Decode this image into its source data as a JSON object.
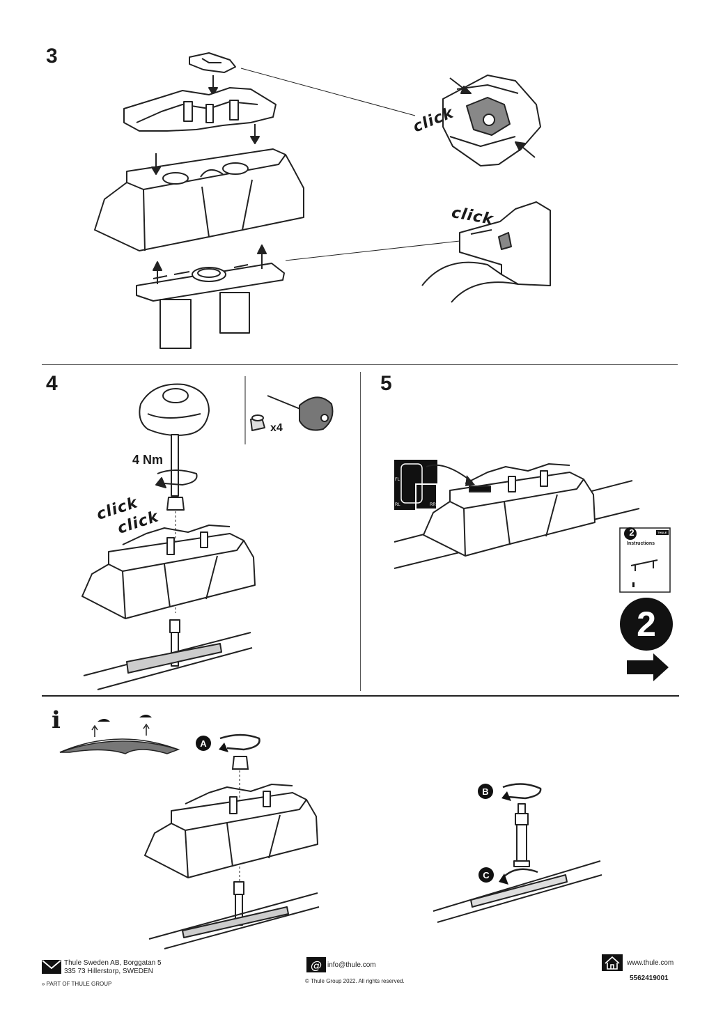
{
  "steps": {
    "step3": {
      "number": "3",
      "callout_top": "click",
      "callout_bottom": "click"
    },
    "step4": {
      "number": "4",
      "torque": "4 Nm",
      "click1": "click",
      "click2": "click",
      "quantity": "x4"
    },
    "step5": {
      "number": "5",
      "position_labels": {
        "fl": "FL",
        "rl": "RL",
        "rr": "RR"
      },
      "booklet_number": "2",
      "booklet_title": "Instructions",
      "booklet_brand": "THULE",
      "next_booklet": "2"
    }
  },
  "info": {
    "symbol": "i",
    "labels": {
      "a": "A",
      "b": "B",
      "c": "C"
    }
  },
  "footer": {
    "address_line1": "Thule Sweden AB, Borggatan 5",
    "address_line2": "335 73 Hillerstorp, SWEDEN",
    "group": "PART OF THULE GROUP",
    "email": "info@thule.com",
    "copyright": "© Thule Group 2022. All rights reserved.",
    "website": "www.thule.com",
    "part_number": "5562419001"
  },
  "icons": {
    "mail": "envelope-icon",
    "email": "at-sign-icon",
    "web": "house-icon",
    "arrow": "right-arrow-icon"
  }
}
